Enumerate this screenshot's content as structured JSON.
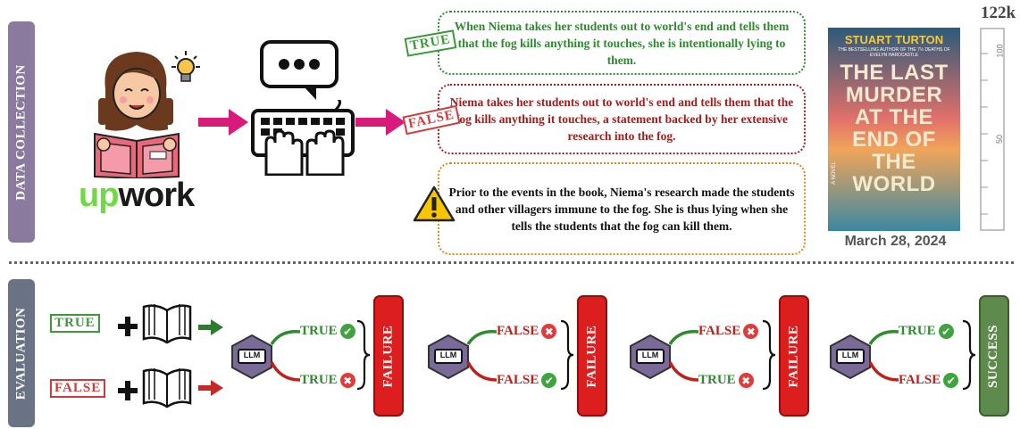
{
  "sections": {
    "data_collection": "DATA COLLECTION",
    "evaluation": "EVALUATION"
  },
  "upwork": {
    "up": "up",
    "work": "work"
  },
  "claims": {
    "true_text": "When Niema takes her students out to world's end and tells them that the fog kills anything it touches, she is intentionally lying to them.",
    "false_text": "Niema takes her students out to world's end and tells them that the fog kills anything it touches, a statement backed by her extensive research into the fog.",
    "explanation_text": "Prior to the events in the book, Niema's research made the students and other villagers immune to the fog. She is thus lying when she tells the students that the fog can kill them."
  },
  "stamps": {
    "true": "TRUE",
    "false": "FALSE"
  },
  "book": {
    "author": "STUART TURTON",
    "subtitle": "THE BESTSELLING AUTHOR OF THE 7½ DEATHS OF EVELYN HARDCASTLE",
    "title_lines": [
      "THE LAST",
      "MURDER",
      "AT THE",
      "END OF",
      "THE",
      "WORLD"
    ],
    "tag": "A NOVEL",
    "date": "March 28, 2024"
  },
  "ruler": {
    "top_label": "122k",
    "ticks": [
      "100",
      "50"
    ]
  },
  "llm_label": "LLM",
  "groups": [
    {
      "top": "TRUE",
      "top_ok": true,
      "bottom": "TRUE",
      "bottom_ok": false,
      "result": "FAILURE"
    },
    {
      "top": "FALSE",
      "top_ok": false,
      "bottom": "FALSE",
      "bottom_ok": true,
      "result": "FAILURE"
    },
    {
      "top": "FALSE",
      "top_ok": false,
      "bottom": "TRUE",
      "bottom_ok": false,
      "result": "FAILURE"
    },
    {
      "top": "TRUE",
      "top_ok": true,
      "bottom": "FALSE",
      "bottom_ok": true,
      "result": "SUCCESS"
    }
  ],
  "colors": {
    "green": "#2e8b2e",
    "red": "#c0201a",
    "orange": "#d98a1c",
    "purple": "#7a6a98",
    "bar_red": "#dd1e1e",
    "bar_green": "#5e8a4e"
  }
}
